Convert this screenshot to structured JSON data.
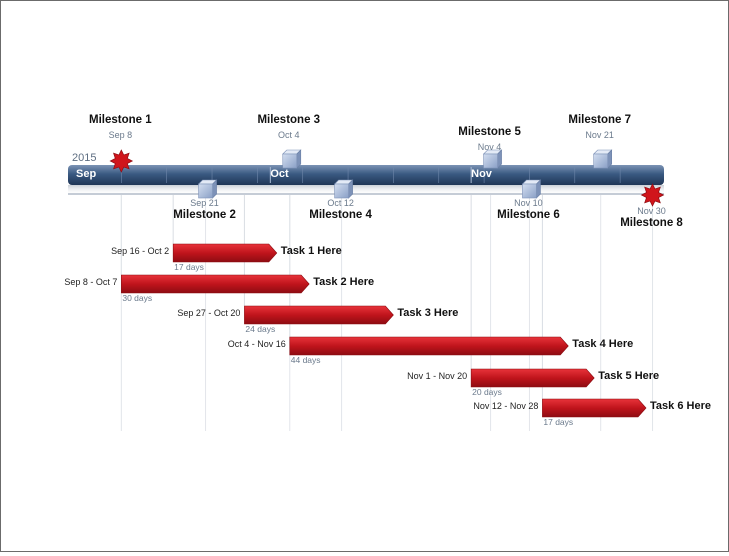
{
  "timeline": {
    "year": "2015",
    "months": [
      {
        "label": "Sep",
        "day": 0
      },
      {
        "label": "Oct",
        "day": 30
      },
      {
        "label": "Nov",
        "day": 61
      }
    ],
    "start_date": "Sep 1",
    "end_date": "Nov 30",
    "colors": {
      "bar": "#2f4d72",
      "task": "#c0141c",
      "milestone_star": "#d0151b",
      "milestone_cube": "#9fb3d6"
    }
  },
  "milestones": [
    {
      "title": "Milestone 1",
      "date": "Sep 8",
      "day": 7,
      "shape": "star-icon",
      "side": "above"
    },
    {
      "title": "Milestone 2",
      "date": "Sep 21",
      "day": 20,
      "shape": "cube-icon",
      "side": "below"
    },
    {
      "title": "Milestone 3",
      "date": "Oct 4",
      "day": 33,
      "shape": "cube-icon",
      "side": "above"
    },
    {
      "title": "Milestone 4",
      "date": "Oct 12",
      "day": 41,
      "shape": "cube-icon",
      "side": "below"
    },
    {
      "title": "Milestone 5",
      "date": "Nov 4",
      "day": 64,
      "shape": "cube-icon",
      "side": "above"
    },
    {
      "title": "Milestone 6",
      "date": "Nov 10",
      "day": 70,
      "shape": "cube-icon",
      "side": "below"
    },
    {
      "title": "Milestone 7",
      "date": "Nov 21",
      "day": 81,
      "shape": "cube-icon",
      "side": "above"
    },
    {
      "title": "Milestone 8",
      "date": "Nov 30",
      "day": 89,
      "shape": "star-icon",
      "side": "below"
    }
  ],
  "tasks": [
    {
      "title": "Task 1 Here",
      "range": "Sep 16 - Oct 2",
      "duration": "17 days",
      "start": 15,
      "end": 31
    },
    {
      "title": "Task 2 Here",
      "range": "Sep 8 - Oct 7",
      "duration": "30 days",
      "start": 7,
      "end": 36
    },
    {
      "title": "Task 3 Here",
      "range": "Sep 27 - Oct 20",
      "duration": "24 days",
      "start": 26,
      "end": 49
    },
    {
      "title": "Task 4 Here",
      "range": "Oct 4 - Nov 16",
      "duration": "44 days",
      "start": 33,
      "end": 76
    },
    {
      "title": "Task 5 Here",
      "range": "Nov 1 - Nov 20",
      "duration": "20 days",
      "start": 61,
      "end": 80
    },
    {
      "title": "Task 6 Here",
      "range": "Nov 12 - Nov 28",
      "duration": "17 days",
      "start": 72,
      "end": 88
    }
  ]
}
